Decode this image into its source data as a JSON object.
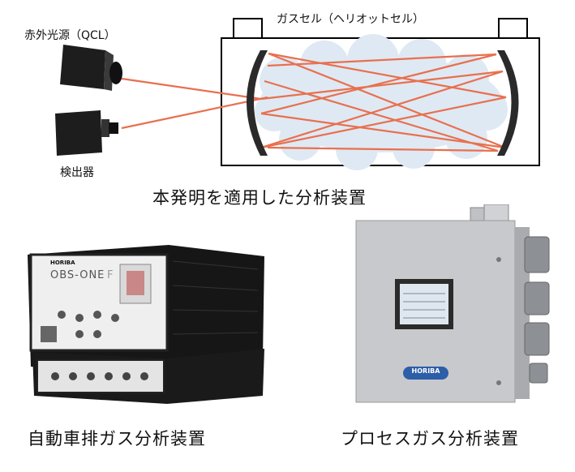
{
  "diagram": {
    "qcl_label": "赤外光源（QCL）",
    "detector_label": "検出器",
    "cell_label": "ガスセル（ヘリオットセル）",
    "caption": "本発明を適用した分析装置"
  },
  "products": {
    "left_caption": "自動車排ガス分析装置",
    "right_caption": "プロセスガス分析装置",
    "brand": "HORIBA",
    "model": "OBS-ONE",
    "model_suffix": "F"
  },
  "colors": {
    "beam": "#e8704f",
    "cloud": "#dfe9f3",
    "mirror": "#2a2a2a",
    "cabinet": "#c7c9cc"
  }
}
